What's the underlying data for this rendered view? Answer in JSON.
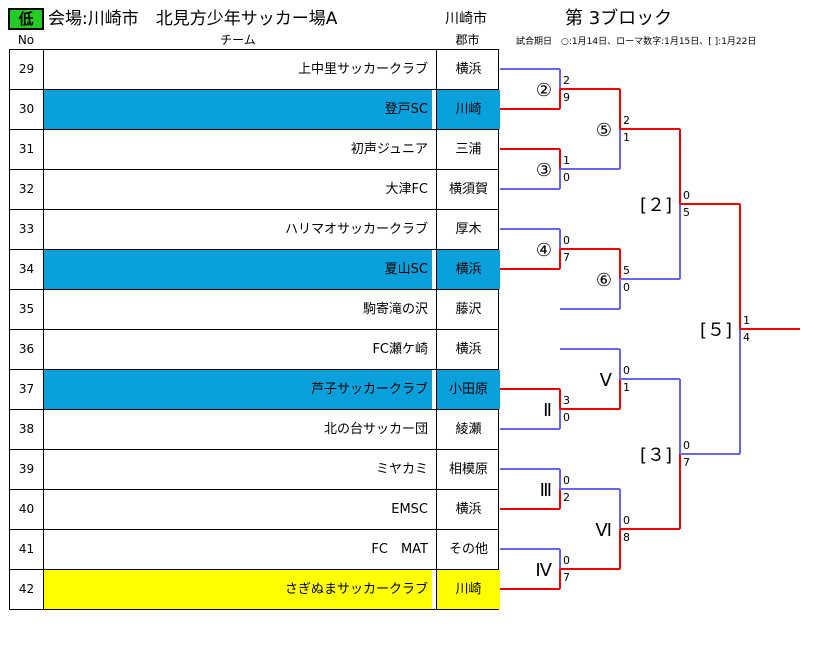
{
  "header": {
    "badge": "低",
    "venue": "会場:川崎市　北見方少年サッカー場A",
    "city": "川崎市",
    "block": "第 3ブロック",
    "note": "試合期日　○:1月14日、ローマ数字:1月15日、[ ]:1月22日"
  },
  "columns": {
    "no": "No",
    "team": "チーム",
    "pref": "郡市"
  },
  "rows": [
    {
      "no": "29",
      "team": "上中里サッカークラブ",
      "pref": "横浜",
      "hl": ""
    },
    {
      "no": "30",
      "team": "登戸SC",
      "pref": "川崎",
      "hl": "blue"
    },
    {
      "no": "31",
      "team": "初声ジュニア",
      "pref": "三浦",
      "hl": ""
    },
    {
      "no": "32",
      "team": "大津FC",
      "pref": "横須賀",
      "hl": ""
    },
    {
      "no": "33",
      "team": "ハリマオサッカークラブ",
      "pref": "厚木",
      "hl": ""
    },
    {
      "no": "34",
      "team": "夏山SC",
      "pref": "横浜",
      "hl": "blue"
    },
    {
      "no": "35",
      "team": "駒寄滝の沢",
      "pref": "藤沢",
      "hl": ""
    },
    {
      "no": "36",
      "team": "FC瀬ケ崎",
      "pref": "横浜",
      "hl": ""
    },
    {
      "no": "37",
      "team": "芦子サッカークラブ",
      "pref": "小田原",
      "hl": "blue"
    },
    {
      "no": "38",
      "team": "北の台サッカー団",
      "pref": "綾瀬",
      "hl": ""
    },
    {
      "no": "39",
      "team": "ミヤカミ",
      "pref": "相模原",
      "hl": ""
    },
    {
      "no": "40",
      "team": "EMSC",
      "pref": "横浜",
      "hl": ""
    },
    {
      "no": "41",
      "team": "FC　MAT",
      "pref": "その他",
      "hl": ""
    },
    {
      "no": "42",
      "team": "さぎぬまサッカークラブ",
      "pref": "川崎",
      "hl": "yellow"
    }
  ],
  "matches": [
    {
      "id": "m2",
      "label": "②",
      "top": "2",
      "bottom": "9",
      "winner": "bottom"
    },
    {
      "id": "m3",
      "label": "③",
      "top": "1",
      "bottom": "0",
      "winner": "top"
    },
    {
      "id": "m4",
      "label": "④",
      "top": "0",
      "bottom": "7",
      "winner": "bottom"
    },
    {
      "id": "m5",
      "label": "⑤",
      "top": "2",
      "bottom": "1",
      "winner": "top"
    },
    {
      "id": "m6",
      "label": "⑥",
      "top": "5",
      "bottom": "0",
      "winner": "top"
    },
    {
      "id": "mII",
      "label": "Ⅱ",
      "top": "3",
      "bottom": "0",
      "winner": "top"
    },
    {
      "id": "mIII",
      "label": "Ⅲ",
      "top": "0",
      "bottom": "2",
      "winner": "bottom"
    },
    {
      "id": "mIV",
      "label": "Ⅳ",
      "top": "0",
      "bottom": "7",
      "winner": "bottom"
    },
    {
      "id": "mV",
      "label": "Ⅴ",
      "top": "0",
      "bottom": "1",
      "winner": "bottom"
    },
    {
      "id": "mVI",
      "label": "Ⅵ",
      "top": "0",
      "bottom": "8",
      "winner": "bottom"
    },
    {
      "id": "q2",
      "label": "[２]",
      "top": "0",
      "bottom": "5",
      "winner": "top"
    },
    {
      "id": "q3",
      "label": "[３]",
      "top": "0",
      "bottom": "7",
      "winner": "bottom"
    },
    {
      "id": "q5",
      "label": "[５]",
      "top": "1",
      "bottom": "4",
      "winner": "top"
    }
  ],
  "colors": {
    "win": "#ee0000",
    "lose": "#6666ee",
    "blue": "#0aa0dc",
    "yellow": "#ffff00",
    "badge": "#22cc22"
  }
}
